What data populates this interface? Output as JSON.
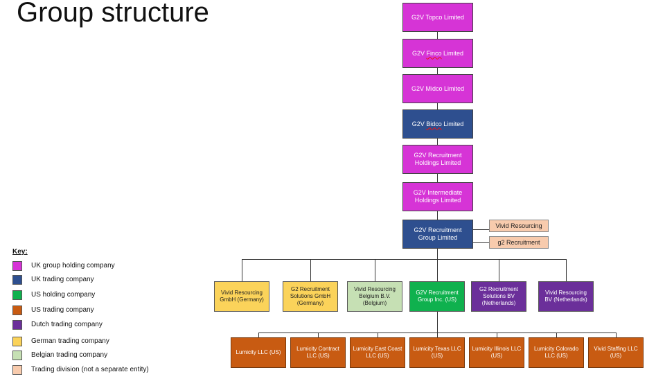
{
  "title": "Group structure",
  "colors": {
    "uk_holding": "#d634d6",
    "uk_trading": "#2e4f8f",
    "us_holding": "#0fb14e",
    "us_trading": "#c85b12",
    "dutch_trading": "#6b2f9a",
    "german_trading": "#fbd35a",
    "belgian_trading": "#c6e0b4",
    "trading_division": "#f8cbad"
  },
  "chain": [
    {
      "pre": "G2V ",
      "spell": "",
      "post": "Topco Limited"
    },
    {
      "pre": "G2V ",
      "spell": "Finco",
      "post": " Limited"
    },
    {
      "pre": "G2V ",
      "spell": "",
      "post": "Midco Limited"
    },
    {
      "pre": "G2V ",
      "spell": "Bidco",
      "post": " Limited"
    },
    {
      "pre": "G2V Recruitment Holdings Limited",
      "spell": "",
      "post": ""
    },
    {
      "pre": "G2V Intermediate Holdings Limited",
      "spell": "",
      "post": ""
    },
    {
      "pre": "G2V Recruitment Group Limited",
      "spell": "",
      "post": ""
    }
  ],
  "divisions": [
    "Vivid Resourcing",
    "g2 Recruitment"
  ],
  "subsidiaries": [
    "Vivid Resourcing GmbH (Germany)",
    "G2 Recruitment Solutions GmbH (Germany)",
    "Vivid Resourcing Belgium B.V. (Belgium)",
    "G2V Recruitment Group Inc. (US)",
    "G2 Recruitment Solutions BV (Netherlands)",
    "Vivid Resourcing BV (Netherlands)"
  ],
  "us_subsidiaries": [
    "Lumicity LLC (US)",
    "Lumicity Contract LLC (US)",
    "Lumicity East Coast LLC (US)",
    "Lumicity Texas LLC (US)",
    "Lumicity Illinois LLC (US)",
    "Lumicity Colorado LLC (US)",
    "Vivid Staffing LLC (US)"
  ],
  "key": {
    "title": "Key:",
    "items": [
      {
        "label": "UK group holding company",
        "color": "#d634d6"
      },
      {
        "label": "UK trading company",
        "color": "#2e4f8f"
      },
      {
        "label": "US holding company",
        "color": "#0fb14e"
      },
      {
        "label": "US trading company",
        "color": "#c85b12"
      },
      {
        "label": "Dutch trading company",
        "color": "#6b2f9a"
      },
      {
        "label": "German trading company",
        "color": "#fbd35a"
      },
      {
        "label": "Belgian trading company",
        "color": "#c6e0b4"
      },
      {
        "label": "Trading division (not a separate entity)",
        "color": "#f8cbad"
      }
    ]
  }
}
